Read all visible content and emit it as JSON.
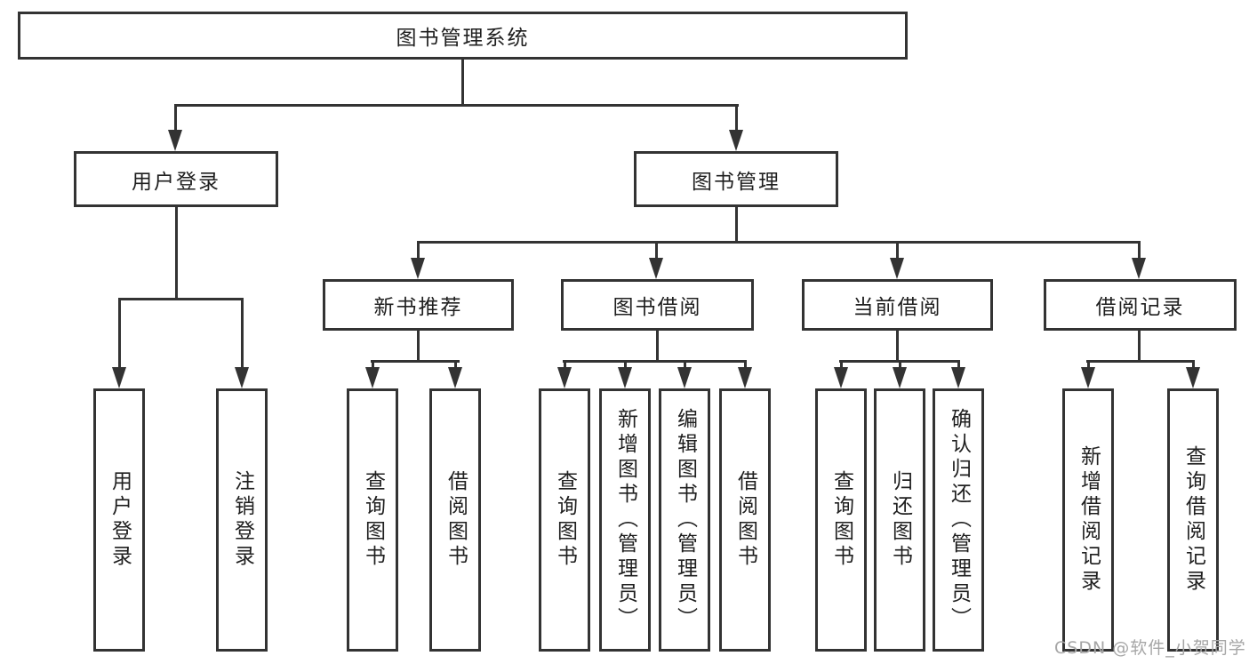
{
  "root": {
    "label": "图书管理系统"
  },
  "level2": [
    {
      "label": "用户登录"
    },
    {
      "label": "图书管理"
    }
  ],
  "level3": [
    {
      "label": "新书推荐"
    },
    {
      "label": "图书借阅"
    },
    {
      "label": "当前借阅"
    },
    {
      "label": "借阅记录"
    }
  ],
  "leaves": [
    {
      "label": "用户登录"
    },
    {
      "label": "注销登录"
    },
    {
      "label": "查询图书"
    },
    {
      "label": "借阅图书"
    },
    {
      "label": "查询图书"
    },
    {
      "label": "新增图书（管理员）"
    },
    {
      "label": "编辑图书（管理员）"
    },
    {
      "label": "借阅图书"
    },
    {
      "label": "查询图书"
    },
    {
      "label": "归还图书"
    },
    {
      "label": "确认归还（管理员）"
    },
    {
      "label": "新增借阅记录"
    },
    {
      "label": "查询借阅记录"
    }
  ],
  "watermark": {
    "text": "CSDN @软件_小贺同学"
  },
  "colors": {
    "line": "#333333",
    "box_border": "#333333",
    "text": "#1f1f1f",
    "watermark": "#a6a6a6",
    "background": "#ffffff"
  }
}
